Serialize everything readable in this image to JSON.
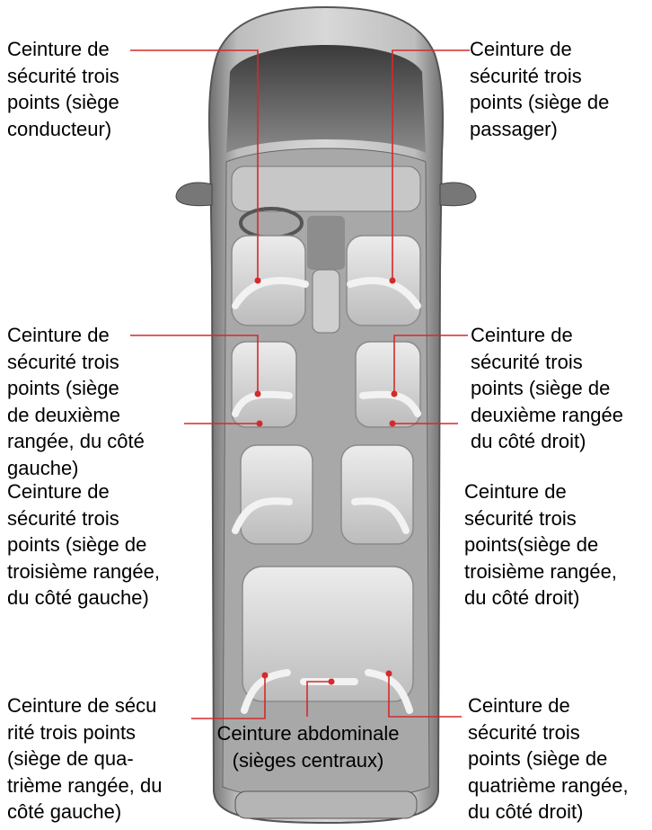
{
  "labels": {
    "driver": "Ceinture de\nsécurité trois\npoints (siège\nconducteur)",
    "passenger": "Ceinture de\nsécurité trois\npoints (siège de\npassager)",
    "row2_left": "Ceinture de\nsécurité trois\npoints (siège\nde deuxième\nrangée, du côté\ngauche)",
    "row2_right": "Ceinture de\nsécurité trois\npoints (siège de\ndeuxième rangée\ndu côté droit)",
    "row3_left": "Ceinture de\nsécurité trois\npoints (siège de\ntroisième rangée,\ndu côté gauche)",
    "row3_right": "Ceinture de\nsécurité trois\npoints(siège de\ntroisième rangée,\ndu côté droit)",
    "row4_left": "Ceinture de sécu\nrité trois points\n(siège de qua-\ntrième rangée, du\ncôté gauche)",
    "center_lap": "Ceinture abdominale\n(sièges centraux)",
    "row4_right": "Ceinture de\nsécurité trois\npoints (siège de\nquatrième rangée,\ndu côté droit)"
  },
  "colors": {
    "leader_line": "#d42a2a",
    "car_body": "#9a9a9a",
    "seat": "#d9d9d9",
    "belt": "#f2f2f2"
  }
}
